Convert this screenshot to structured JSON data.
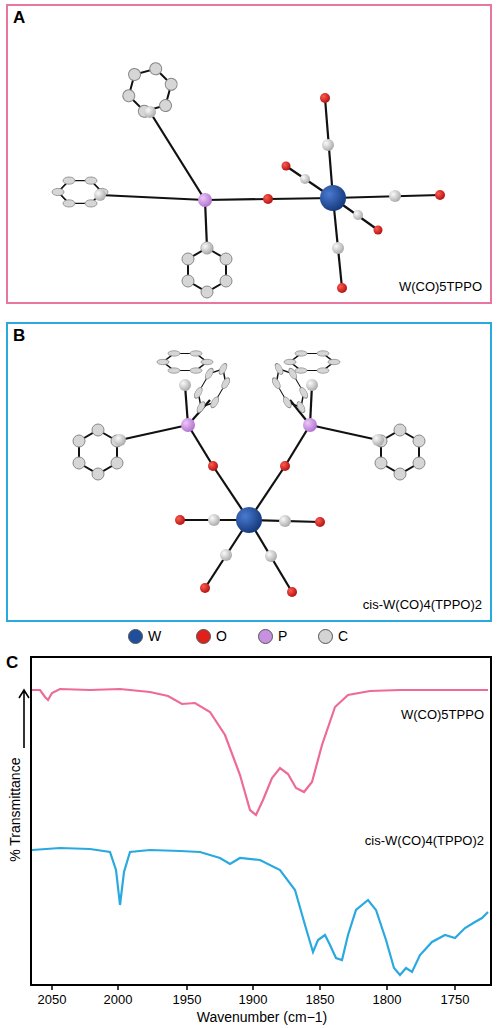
{
  "diagram": {
    "nodes": [
      {
        "text": [
          "A",
          "W(CO)5TPPO"
        ]
      },
      {
        "text": [
          "B",
          "cis-W(CO)4(TPPO)2"
        ]
      },
      {
        "text": [
          "C"
        ]
      }
    ],
    "labels": [
      "2050",
      "2000",
      "1950",
      "1900",
      "1850",
      "1800",
      "1750",
      "Wavenumber (cm−1)",
      "% Transmittance",
      "W(CO)5TPPO",
      "cis-W(CO)4(TPPO)2"
    ],
    "legend": [
      {
        "text": "W",
        "color": "#1f4e9c"
      },
      {
        "text": "O",
        "color": "#e0201b"
      },
      {
        "text": "P",
        "color": "#c890e0"
      },
      {
        "text": "C",
        "color": "#d4d4d4"
      }
    ]
  }
}
